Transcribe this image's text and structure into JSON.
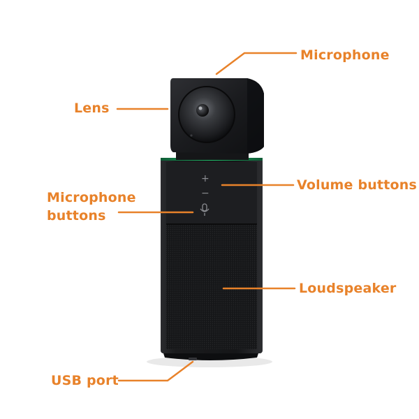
{
  "labels": {
    "microphone": "Microphone",
    "lens": "Lens",
    "microphone_buttons_line1": "Microphone",
    "microphone_buttons_line2": "buttons",
    "volume_buttons": "Volume buttons",
    "loudspeaker": "Loudspeaker",
    "usb_port": "USB port"
  },
  "device": {
    "volume_up_glyph": "+",
    "volume_down_glyph": "−"
  },
  "colors": {
    "label": "#e8822a",
    "leader_line": "#e8822a",
    "device_body": "#1b1c1e",
    "accent_strip": "#1fbf6a"
  }
}
